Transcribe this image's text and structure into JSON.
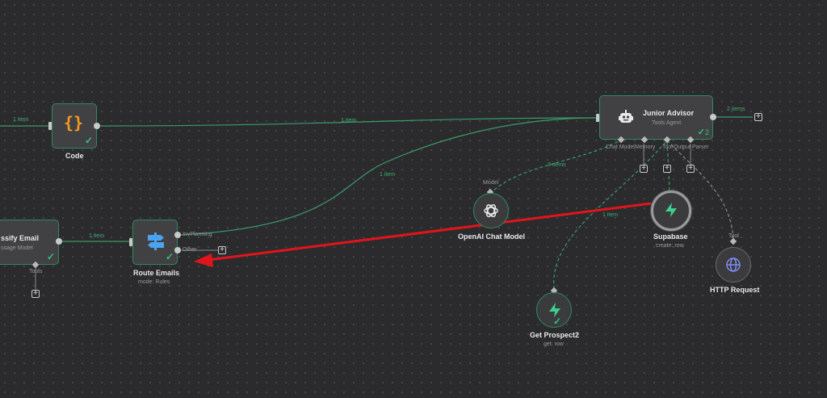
{
  "nodes": {
    "code": {
      "title": "Code",
      "icon": "code-braces-icon"
    },
    "classify": {
      "title": "ssify Email",
      "subtitle": "ssage Model",
      "port_label": "Tools"
    },
    "route": {
      "title": "Route Emails",
      "subtitle": "mode: Rules",
      "output_1": "InvPlanning",
      "output_2": "Other"
    },
    "junior": {
      "title": "Junior Advisor",
      "subtitle": "Tools Agent",
      "run_count": "2",
      "ports": [
        "Chat Model",
        "Memory",
        "Tool",
        "Output Parser"
      ]
    },
    "openai": {
      "title": "OpenAI Chat Model",
      "port_label": "Model"
    },
    "supabase": {
      "title": "Supabase",
      "subtitle": "create: row"
    },
    "http": {
      "title": "HTTP Request",
      "port_label": "Tool"
    },
    "getprospect": {
      "title": "Get Prospect2",
      "subtitle": "get: row"
    }
  },
  "connections": {
    "in_code": "1 item",
    "code_junior": "1 item",
    "junior_out": "2 items",
    "route_junior": "1 item",
    "classify_route": "1 item",
    "openai_junior": "3 items",
    "getprospect_junior": "1 item"
  },
  "colors": {
    "canvas": "#2b2b2d",
    "success": "#35c07a",
    "connection": "#2f8a5d",
    "annotation_arrow": "#e0151b"
  }
}
